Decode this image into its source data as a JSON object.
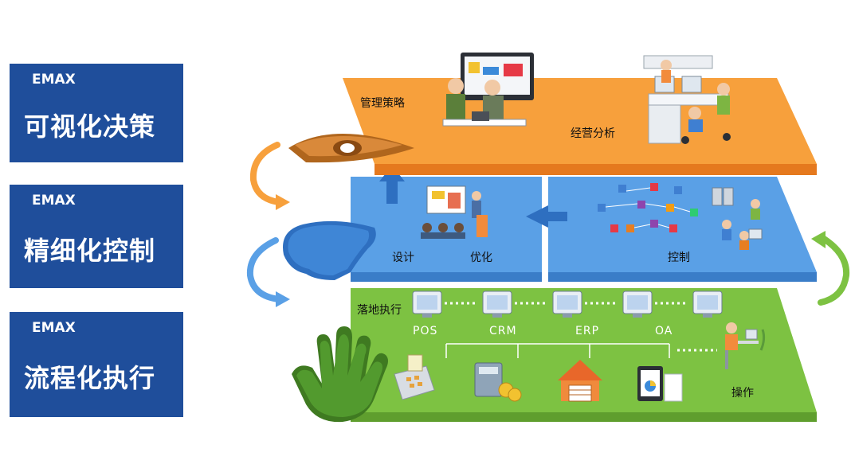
{
  "colors": {
    "box": "#1f4e9b",
    "orange": "#f7a03c",
    "blue": "#4a90e2",
    "green": "#7dc242"
  },
  "levels": [
    {
      "sub": "EMAX",
      "title": "可视化决策"
    },
    {
      "sub": "EMAX",
      "title": "精细化控制"
    },
    {
      "sub": "EMAX",
      "title": "流程化执行"
    }
  ],
  "top_layer": {
    "left_label": "管理策略",
    "right_label": "经营分析"
  },
  "middle_layer": {
    "left_label_a": "设计",
    "left_label_b": "优化",
    "right_label": "控制"
  },
  "bottom_layer": {
    "label": "落地执行",
    "systems": [
      "POS",
      "CRM",
      "ERP",
      "OA"
    ],
    "action": "操作"
  },
  "icons": [
    "eye-icon",
    "head-icon",
    "hand-icon",
    "monitor-icon",
    "pos-terminal-icon",
    "calculator-coins-icon",
    "warehouse-icon",
    "tablet-chart-icon"
  ]
}
